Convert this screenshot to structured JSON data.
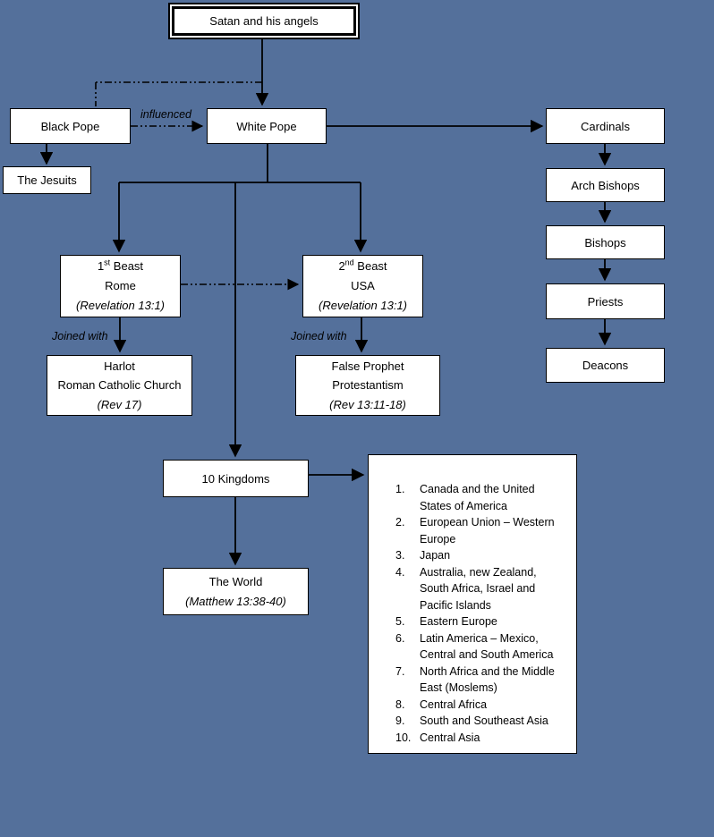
{
  "colors": {
    "background": "#54709b",
    "box_fill": "#ffffff",
    "line": "#000000"
  },
  "boxes": {
    "satan": {
      "label": "Satan and his angels"
    },
    "black_pope": {
      "label": "Black Pope"
    },
    "white_pope": {
      "label": "White Pope"
    },
    "jesuits": {
      "label": "The Jesuits"
    },
    "cardinals": {
      "label": "Cardinals"
    },
    "arch_bishops": {
      "label": "Arch Bishops"
    },
    "bishops": {
      "label": "Bishops"
    },
    "priests": {
      "label": "Priests"
    },
    "deacons": {
      "label": "Deacons"
    },
    "first_beast": {
      "ordinal": "1",
      "ordinal_suffix": "st",
      "title": " Beast",
      "line2": "Rome",
      "line3": "(Revelation 13:1)"
    },
    "second_beast": {
      "ordinal": "2",
      "ordinal_suffix": "nd",
      "title": " Beast",
      "line2": "USA",
      "line3": "(Revelation 13:1)"
    },
    "harlot": {
      "line1": "Harlot",
      "line2": "Roman Catholic Church",
      "line3": "(Rev  17)"
    },
    "false_prophet": {
      "line1": "False Prophet",
      "line2": "Protestantism",
      "line3": "(Rev  13:11-18)"
    },
    "ten_kingdoms": {
      "label": "10 Kingdoms"
    },
    "the_world": {
      "line1": "The World",
      "line2": "(Matthew 13:38-40)"
    }
  },
  "connector_labels": {
    "influenced": "influenced",
    "joined_with_left": "Joined with",
    "joined_with_right": "Joined with"
  },
  "kingdoms_list": {
    "items": [
      {
        "num": "1.",
        "text": "Canada and the United States of America"
      },
      {
        "num": "2.",
        "text": "European Union – Western Europe"
      },
      {
        "num": "3.",
        "text": "Japan"
      },
      {
        "num": "4.",
        "text": "Australia, new Zealand, South Africa, Israel and Pacific Islands"
      },
      {
        "num": "5.",
        "text": "Eastern Europe"
      },
      {
        "num": "6.",
        "text": "Latin America – Mexico, Central and South America"
      },
      {
        "num": "7.",
        "text": "North Africa and the Middle East (Moslems)"
      },
      {
        "num": "8.",
        "text": "Central Africa"
      },
      {
        "num": "9.",
        "text": "South and Southeast Asia"
      },
      {
        "num": "10.",
        "text": "Central Asia"
      }
    ]
  }
}
